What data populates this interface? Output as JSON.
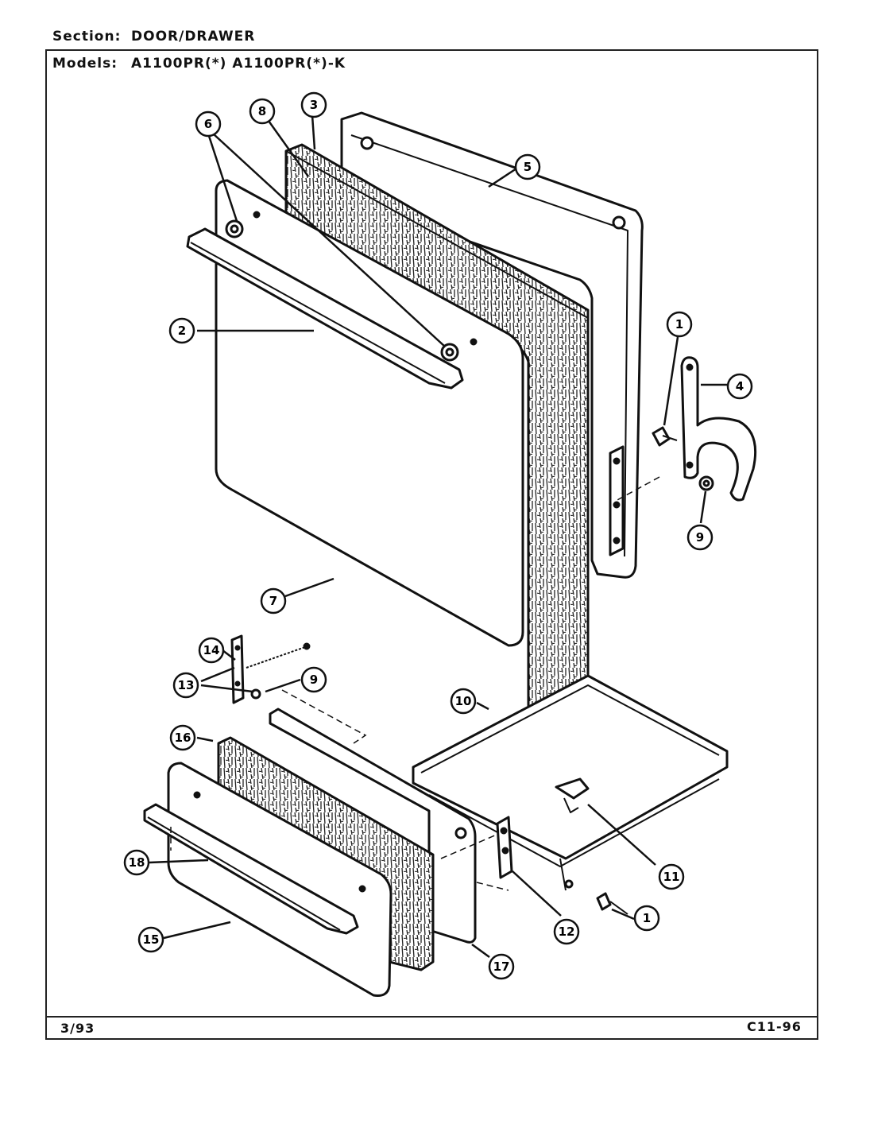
{
  "header": {
    "section_label": "Section:",
    "section_value": "DOOR/DRAWER",
    "models_label": "Models:",
    "models_value": "A1100PR(*) A1100PR(*)-K"
  },
  "footer": {
    "date": "3/93",
    "code": "C11-96"
  },
  "callouts": [
    {
      "id": "c1a",
      "label": "1"
    },
    {
      "id": "c1b",
      "label": "1"
    },
    {
      "id": "c2",
      "label": "2"
    },
    {
      "id": "c3",
      "label": "3"
    },
    {
      "id": "c4",
      "label": "4"
    },
    {
      "id": "c5",
      "label": "5"
    },
    {
      "id": "c6",
      "label": "6"
    },
    {
      "id": "c7",
      "label": "7"
    },
    {
      "id": "c8",
      "label": "8"
    },
    {
      "id": "c9a",
      "label": "9"
    },
    {
      "id": "c9b",
      "label": "9"
    },
    {
      "id": "c10",
      "label": "10"
    },
    {
      "id": "c11",
      "label": "11"
    },
    {
      "id": "c12",
      "label": "12"
    },
    {
      "id": "c13",
      "label": "13"
    },
    {
      "id": "c14",
      "label": "14"
    },
    {
      "id": "c15",
      "label": "15"
    },
    {
      "id": "c16",
      "label": "16"
    },
    {
      "id": "c17",
      "label": "17"
    },
    {
      "id": "c18",
      "label": "18"
    }
  ]
}
